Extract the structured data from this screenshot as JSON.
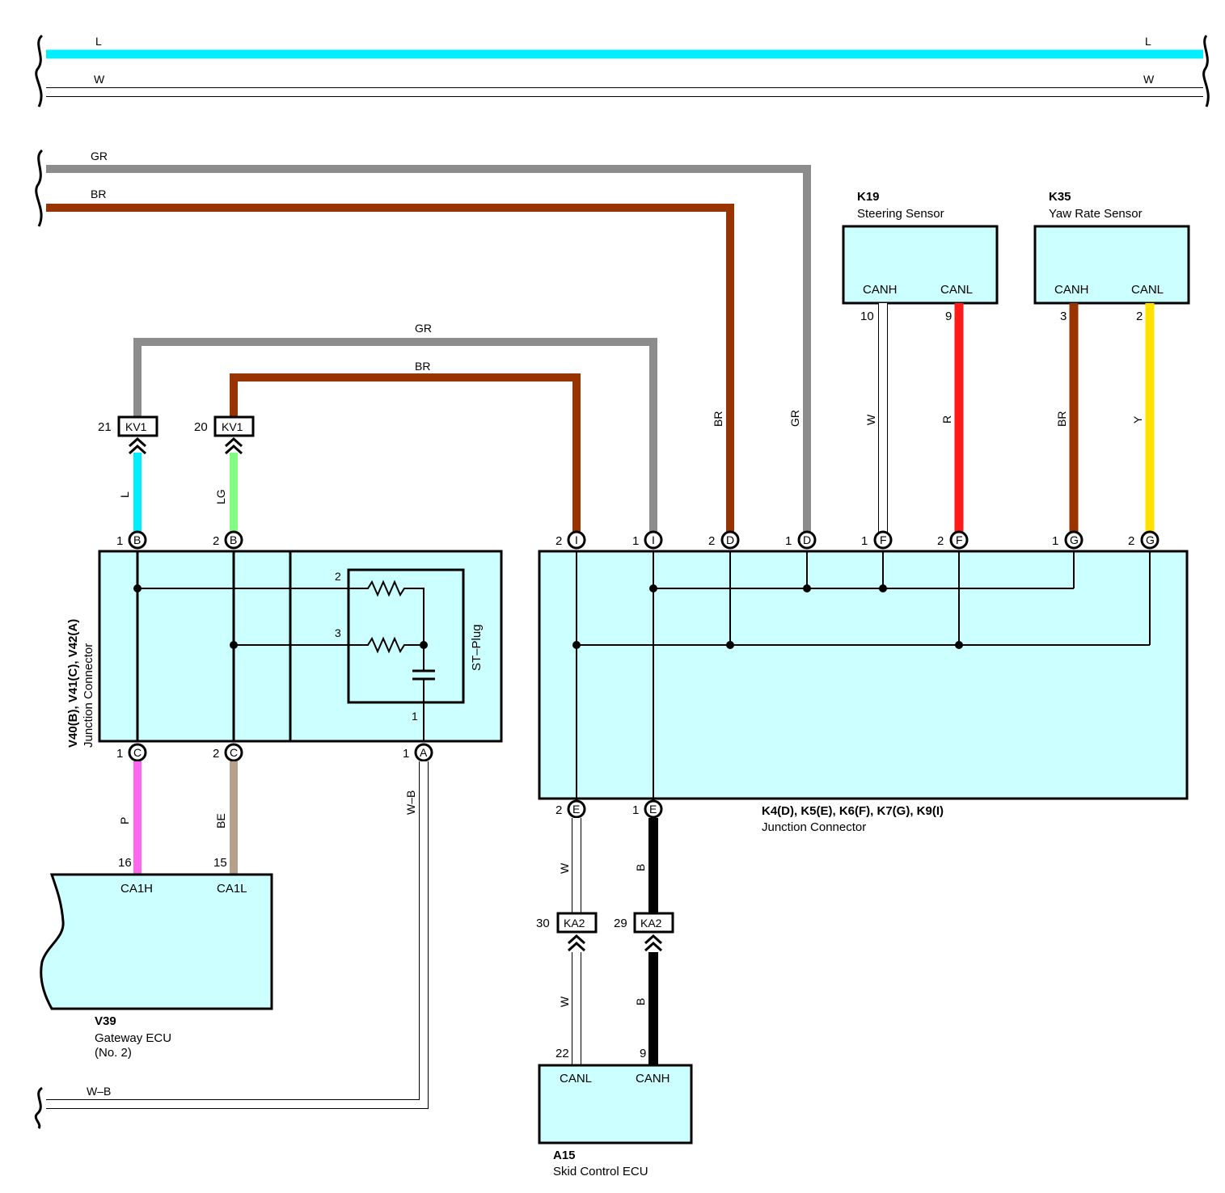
{
  "wire_codes": {
    "L": "L",
    "W": "W",
    "GR": "GR",
    "BR": "BR",
    "LG": "LG",
    "P": "P",
    "BE": "BE",
    "WB": "W–B",
    "R": "R",
    "Y": "Y",
    "B": "B"
  },
  "colors": {
    "L": "#00eeff",
    "W": "#ffffff",
    "GR": "#8c8c8c",
    "BR": "#993300",
    "LG": "#80ff80",
    "P": "#ff66ee",
    "BE": "#b5a08c",
    "R": "#ff1a1a",
    "Y": "#ffe100",
    "B": "#000000",
    "box_fill": "#ccffff"
  },
  "connectors": {
    "kv1": "KV1",
    "ka2": "KA2",
    "kv1_pin_gr": "21",
    "kv1_pin_br": "20",
    "ka2_pin_w": "30",
    "ka2_pin_b": "29"
  },
  "junction_left": {
    "title": "V40(B), V41(C), V42(A)",
    "subtitle": "Junction Connector",
    "stplug": "ST–Plug",
    "pins": [
      {
        "num": "1",
        "letter": "B"
      },
      {
        "num": "2",
        "letter": "B"
      },
      {
        "num": "1",
        "letter": "C"
      },
      {
        "num": "2",
        "letter": "C"
      },
      {
        "num": "1",
        "letter": "A"
      }
    ],
    "stplug_pins": [
      "2",
      "3",
      "1"
    ]
  },
  "junction_right": {
    "title": "K4(D), K5(E), K6(F), K7(G), K9(I)",
    "subtitle": "Junction Connector",
    "pins_top": [
      {
        "num": "2",
        "letter": "I"
      },
      {
        "num": "1",
        "letter": "I"
      },
      {
        "num": "2",
        "letter": "D"
      },
      {
        "num": "1",
        "letter": "D"
      },
      {
        "num": "1",
        "letter": "F"
      },
      {
        "num": "2",
        "letter": "F"
      },
      {
        "num": "1",
        "letter": "G"
      },
      {
        "num": "2",
        "letter": "G"
      }
    ],
    "pins_bottom": [
      {
        "num": "2",
        "letter": "E"
      },
      {
        "num": "1",
        "letter": "E"
      }
    ]
  },
  "k19": {
    "id": "K19",
    "name": "Steering Sensor",
    "canh": "CANH",
    "canl": "CANL",
    "pin_canh": "10",
    "pin_canl": "9"
  },
  "k35": {
    "id": "K35",
    "name": "Yaw Rate Sensor",
    "canh": "CANH",
    "canl": "CANL",
    "pin_canh": "3",
    "pin_canl": "2"
  },
  "v39": {
    "id": "V39",
    "name": "Gateway ECU",
    "name2": "(No. 2)",
    "ca1h": "CA1H",
    "ca1l": "CA1L",
    "pin_ca1h": "16",
    "pin_ca1l": "15"
  },
  "a15": {
    "id": "A15",
    "name": "Skid Control ECU",
    "canl": "CANL",
    "canh": "CANH",
    "pin_canl": "22",
    "pin_canh": "9"
  }
}
